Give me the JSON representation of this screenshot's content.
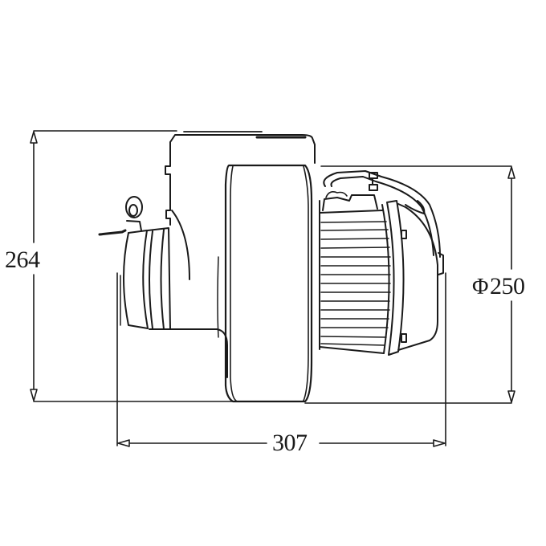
{
  "drawing": {
    "subject": "Centrifugal blower with motor - side view",
    "line_color": "#1a1a1a",
    "background": "#ffffff",
    "units": "mm"
  },
  "dimensions": {
    "height": {
      "value": "264",
      "orientation": "vertical",
      "position": "left"
    },
    "diameter": {
      "symbol": "Φ",
      "value": "250",
      "orientation": "vertical",
      "position": "right"
    },
    "width": {
      "value": "307",
      "orientation": "horizontal",
      "position": "bottom"
    }
  }
}
